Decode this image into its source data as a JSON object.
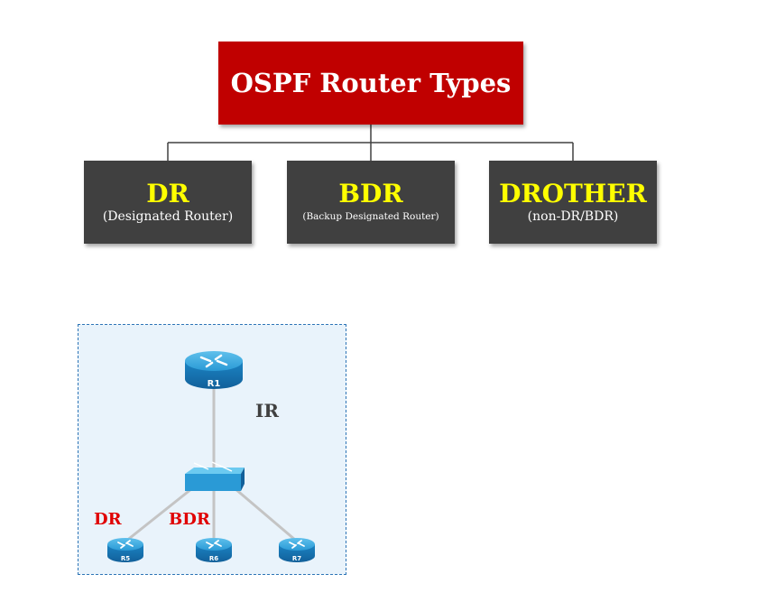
{
  "root": {
    "title": "OSPF Router Types"
  },
  "types": [
    {
      "code": "DR",
      "description": "(Designated Router)"
    },
    {
      "code": "BDR",
      "description": "(Backup Designated Router)"
    },
    {
      "code": "DROTHER",
      "description": "(non-DR/BDR)"
    }
  ],
  "topology": {
    "routers": [
      {
        "name": "R1"
      },
      {
        "name": "R5"
      },
      {
        "name": "R6"
      },
      {
        "name": "R7"
      }
    ],
    "labels": {
      "ir": "IR",
      "dr": "DR",
      "bdr": "BDR"
    }
  },
  "colors": {
    "root_bg": "#c00000",
    "type_bg": "#404040",
    "type_code": "#ffff00",
    "router_blue": "#1e8ccc",
    "role_label": "#e00000"
  }
}
